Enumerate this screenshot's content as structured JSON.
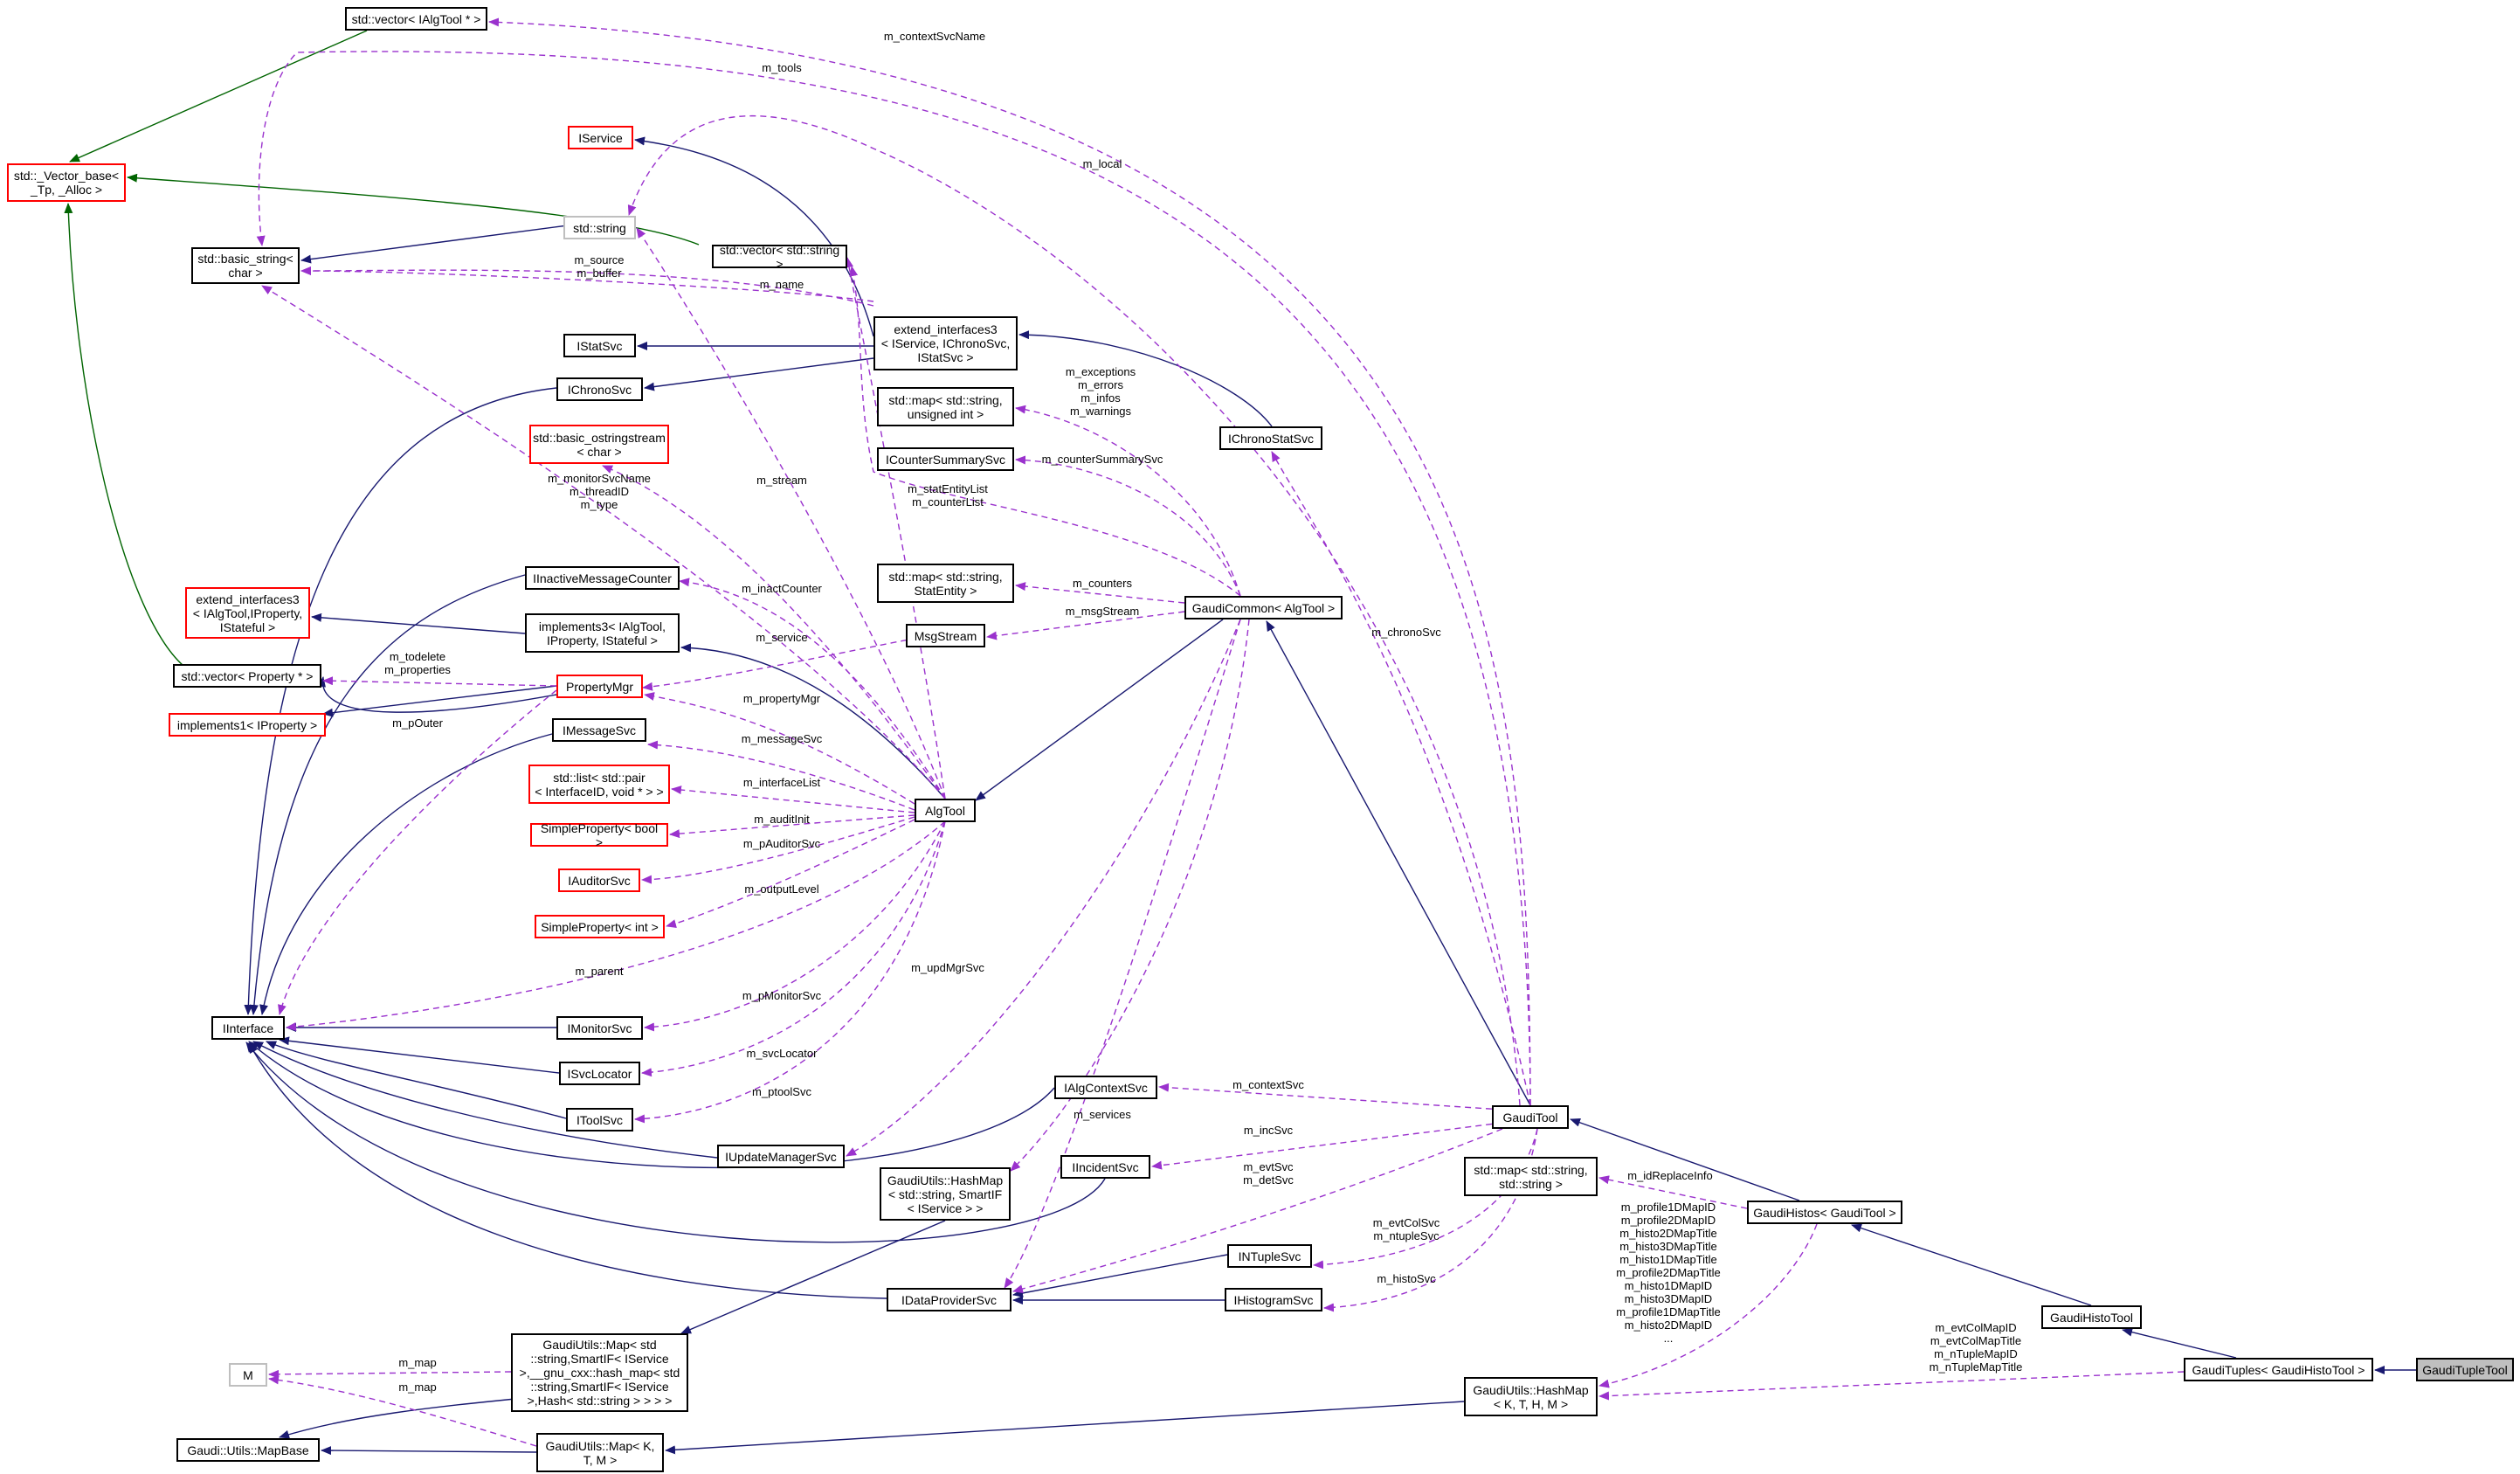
{
  "colors": {
    "inherit": "#191970",
    "template": "#006400",
    "usage": "#9a32cd",
    "red_border": "#ff0000",
    "grey_border": "#bfbfbf",
    "focus_fill": "#bfbfbf"
  },
  "nodes": {
    "vector_ialgtool": "std::vector< IAlgTool * >",
    "vector_base": "std::_Vector_base<\n_Tp, _Alloc >",
    "basic_string": "std::basic_string<\nchar >",
    "iservice": "IService",
    "std_string": "std::string",
    "vector_string": "std::vector< std::string >",
    "istatsvc": "IStatSvc",
    "ichronosvc": "IChronoSvc",
    "extend_interfaces3_svc": "extend_interfaces3\n< IService, IChronoSvc,\nIStatSvc >",
    "map_string_uint": "std::map< std::string,\nunsigned int >",
    "basic_ostringstream": "std::basic_ostringstream\n< char >",
    "icountersummarysvc": "ICounterSummarySvc",
    "ichronostatsvc": "IChronoStatSvc",
    "extend_interfaces3_tool": "extend_interfaces3\n< IAlgTool,IProperty,\nIStateful >",
    "iinactivemessagecounter": "IInactiveMessageCounter",
    "map_string_statentity": "std::map< std::string,\nStatEntity >",
    "gaudicommon": "GaudiCommon< AlgTool >",
    "implements3": "implements3< IAlgTool,\nIProperty, IStateful >",
    "msgstream": "MsgStream",
    "vector_property": "std::vector< Property * >",
    "propertymgr": "PropertyMgr",
    "implements1": "implements1< IProperty >",
    "imessagesvc": "IMessageSvc",
    "list_pair": "std::list< std::pair\n< InterfaceID, void * > >",
    "algtool": "AlgTool",
    "simpleproperty_bool": "SimpleProperty< bool >",
    "iauditorsvc": "IAuditorSvc",
    "simpleproperty_int": "SimpleProperty< int >",
    "iinterface": "IInterface",
    "imonitorsvc": "IMonitorSvc",
    "isvclocator": "ISvcLocator",
    "itoolsvc": "IToolSvc",
    "ialgcontextsvc": "IAlgContextSvc",
    "gauditool": "GaudiTool",
    "iupdatemanagersvc": "IUpdateManagerSvc",
    "hashmap_service": "GaudiUtils::HashMap\n< std::string, SmartIF\n< IService > >",
    "iincidentsvc": "IIncidentSvc",
    "map_string_string": "std::map< std::string,\nstd::string >",
    "gaudihistos": "GaudiHistos< GaudiTool >",
    "intuplesvc": "INTupleSvc",
    "idataprovidersvc": "IDataProviderSvc",
    "ihistogramsvc": "IHistogramSvc",
    "gaudihistotool": "GaudiHistoTool",
    "gaudituples": "GaudiTuples< GaudiHistoTool >",
    "gaudituppletool": "GaudiTupleTool",
    "m_node": "M",
    "utils_map_long": "GaudiUtils::Map< std\n::string,SmartIF< IService\n>,__gnu_cxx::hash_map< std\n::string,SmartIF< IService\n>,Hash< std::string > > > >",
    "hashmap_kthm": "GaudiUtils::HashMap\n< K, T, H, M >",
    "mapbase": "Gaudi::Utils::MapBase",
    "utils_map_ktm": "GaudiUtils::Map< K,\nT, M >"
  },
  "edge_labels": {
    "context_svc_name": "m_contextSvcName",
    "tools": "m_tools",
    "local": "m_local",
    "source_buffer": "m_source\nm_buffer",
    "name": "m_name",
    "exceptions": "m_exceptions\nm_errors\nm_infos\nm_warnings",
    "stream": "m_stream",
    "counter_summary": "m_counterSummarySvc",
    "monitor_svc_name": "m_monitorSvcName\nm_threadID\nm_type",
    "stat_entity": "m_statEntityList\nm_counterList",
    "inact_counter": "m_inactCounter",
    "counters": "m_counters",
    "msg_stream": "m_msgStream",
    "service": "m_service",
    "todelete": "m_todelete\nm_properties",
    "chrono_svc": "m_chronoSvc",
    "property_mgr": "m_propertyMgr",
    "p_outer": "m_pOuter",
    "message_svc": "m_messageSvc",
    "interface_list": "m_interfaceList",
    "audit_init": "m_auditInit",
    "p_auditor_svc": "m_pAuditorSvc",
    "output_level": "m_outputLevel",
    "upd_mgr_svc": "m_updMgrSvc",
    "parent": "m_parent",
    "p_monitor_svc": "m_pMonitorSvc",
    "svc_locator": "m_svcLocator",
    "context_svc": "m_contextSvc",
    "ptool_svc": "m_ptoolSvc",
    "services": "m_services",
    "inc_svc": "m_incSvc",
    "evt_det_svc": "m_evtSvc\nm_detSvc",
    "id_replace_info": "m_idReplaceInfo",
    "evt_col_ntuple": "m_evtColSvc\nm_ntupleSvc",
    "histo_svc": "m_histoSvc",
    "histo_maps": "m_profile1DMapID\nm_profile2DMapID\nm_histo2DMapTitle\nm_histo3DMapTitle\nm_histo1DMapTitle\nm_profile2DMapTitle\nm_histo1DMapID\nm_histo3DMapID\nm_profile1DMapTitle\nm_histo2DMapID\n...",
    "evt_col_maps": "m_evtColMapID\nm_evtColMapTitle\nm_nTupleMapID\nm_nTupleMapTitle",
    "map_a": "m_map",
    "map_b": "m_map"
  }
}
